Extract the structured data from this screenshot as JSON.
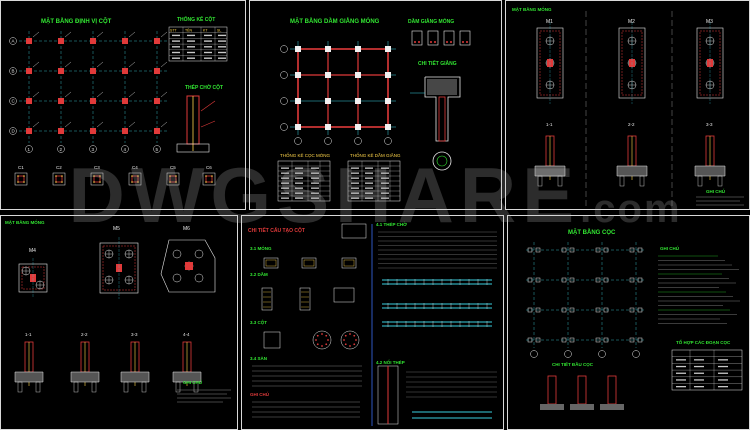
{
  "watermark": {
    "main": "DWGSHARE",
    "suffix": ".com"
  },
  "colors": {
    "frame": "#d9d9d9",
    "title": "#32e632",
    "column": "#e03a3a",
    "rebar": "#ffd54a",
    "dim": "#3ad0e0",
    "text": "#e8e8e8"
  },
  "sheets": [
    {
      "id": "s1",
      "title": "MẶT BẰNG ĐỊNH VỊ CỘT",
      "side_title": "THỐNG KÊ CỘT",
      "detail_title": "THÉP CHỜ CỘT",
      "grid_letters": [
        "A",
        "B",
        "C",
        "D"
      ],
      "grid_numbers": [
        "1",
        "2",
        "3",
        "4",
        "5"
      ],
      "table_head": [
        "STT",
        "TÊN",
        "KT",
        "SL"
      ],
      "section_labels": [
        "C1",
        "C2",
        "C3",
        "C4",
        "C5",
        "C6"
      ]
    },
    {
      "id": "s2",
      "title": "MẶT BẰNG DẦM GIẰNG MÓNG",
      "side_title": "DẦM GIẰNG MÓNG",
      "detail_title": "CHI TIẾT GIẰNG",
      "table_titles": [
        "THỐNG KÊ CỌC MÓNG",
        "THỐNG KÊ DẦM GIẰNG"
      ]
    },
    {
      "id": "s3",
      "title": "MẶT BẰNG MÓNG",
      "foot_labels": [
        "M1",
        "M2",
        "M3"
      ],
      "section_labels": [
        "1-1",
        "2-2",
        "3-3"
      ],
      "note_title": "GHI CHÚ"
    },
    {
      "id": "s4",
      "title": "MẶT BẰNG MÓNG",
      "foot_labels": [
        "M4",
        "M5",
        "M6"
      ],
      "section_labels": [
        "1-1",
        "2-2",
        "3-3",
        "4-4"
      ],
      "note_title": "GHI CHÚ"
    },
    {
      "id": "s5",
      "title": "CHI TIẾT CẤU TẠO CỘT",
      "subtitles": [
        "3.1 MÓNG",
        "3.2 DẦM",
        "3.3 CỘT",
        "3.4 SÀN",
        "4.1 THÉP CHỜ",
        "4.2 NỐI THÉP"
      ],
      "note_title": "GHI CHÚ"
    },
    {
      "id": "s6",
      "title": "MẶT BẰNG CỌC",
      "note_title": "GHI CHÚ",
      "table_title": "TỔ HỢP CÁC ĐOẠN CỌC",
      "detail_title": "CHI TIẾT ĐẦU CỌC"
    }
  ]
}
